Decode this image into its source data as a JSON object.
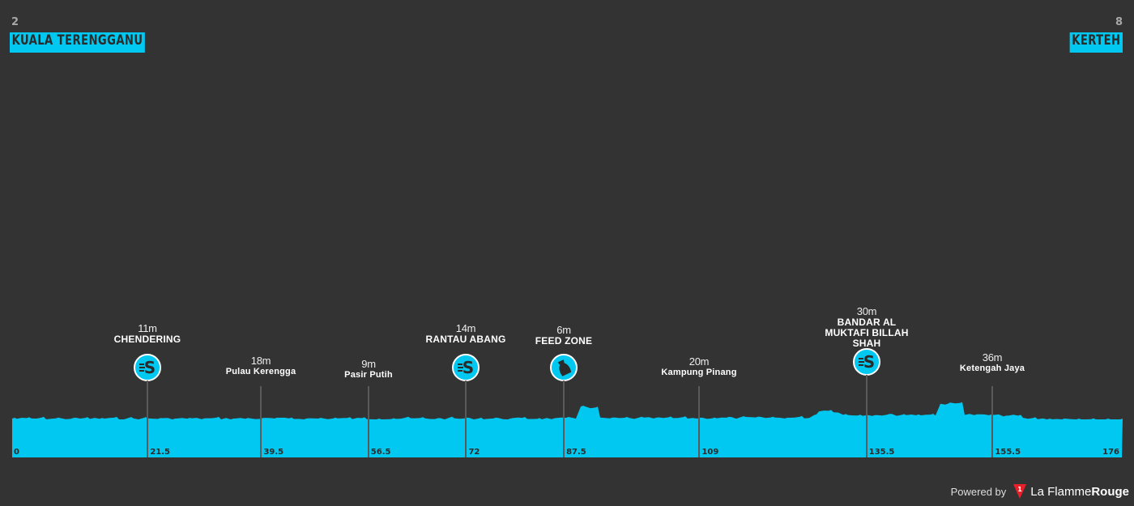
{
  "start": {
    "number": "2",
    "city": "KUALA TERENGGANU"
  },
  "finish": {
    "number": "8",
    "city": "KERTEH"
  },
  "points": [
    {
      "km": 21.5,
      "elev": "11m",
      "name": "CHENDERING",
      "icon": "sprint"
    },
    {
      "km": 39.5,
      "elev": "18m",
      "name": "Pulau Kerengga",
      "icon": ""
    },
    {
      "km": 56.5,
      "elev": "9m",
      "name": "Pasir Putih",
      "icon": ""
    },
    {
      "km": 72,
      "elev": "14m",
      "name": "RANTAU ABANG",
      "icon": "sprint"
    },
    {
      "km": 87.5,
      "elev": "6m",
      "name": "FEED ZONE",
      "icon": "feed"
    },
    {
      "km": 109,
      "elev": "20m",
      "name": "Kampung Pinang",
      "icon": ""
    },
    {
      "km": 135.5,
      "elev": "30m",
      "name": "BANDAR AL MUKTAFI BILLAH SHAH",
      "icon": "sprint"
    },
    {
      "km": 155.5,
      "elev": "36m",
      "name": "Ketengah Jaya",
      "icon": ""
    }
  ],
  "km_ticks": [
    "0",
    "21.5",
    "39.5",
    "56.5",
    "72",
    "87.5",
    "109",
    "135.5",
    "155.5",
    "176"
  ],
  "total_km": 176,
  "footer": {
    "powered": "Powered by",
    "brand_a": "La Flamme",
    "brand_b": "Rouge"
  },
  "colors": {
    "profile": "#00c8f0",
    "bg": "#333333",
    "logo": "#e8202a"
  }
}
